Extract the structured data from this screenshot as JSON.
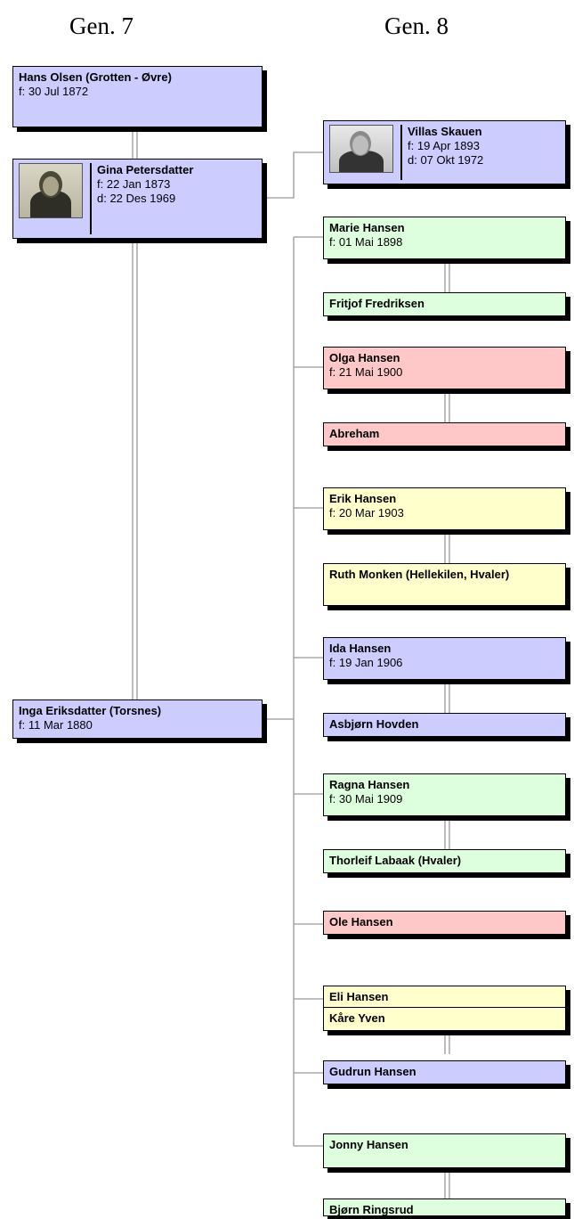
{
  "headers": {
    "gen7": "Gen. 7",
    "gen8": "Gen. 8"
  },
  "colors": {
    "blue": "#ccccff",
    "green": "#ddffdd",
    "red": "#ffc8c8",
    "yellow": "#ffffcc",
    "line": "#999999"
  },
  "gen7": {
    "hans": {
      "name": "Hans Olsen (Grotten - Øvre)",
      "born": "f: 30 Jul 1872"
    },
    "gina": {
      "name": "Gina Petersdatter",
      "born": "f: 22 Jan 1873",
      "died": "d: 22 Des 1969",
      "photo": "portrait-photo"
    },
    "inga": {
      "name": "Inga Eriksdatter (Torsnes)",
      "born": "f: 11 Mar 1880"
    }
  },
  "gen8": {
    "villas": {
      "name": "Villas Skauen",
      "born": "f: 19 Apr 1893",
      "died": "d: 07 Okt 1972",
      "photo": "portrait-photo"
    },
    "marie": {
      "name": "Marie Hansen",
      "born": "f: 01 Mai 1898"
    },
    "fritjof": {
      "name": "Fritjof Fredriksen"
    },
    "olga": {
      "name": "Olga Hansen",
      "born": "f: 21 Mai 1900"
    },
    "abreham": {
      "name": "Abreham"
    },
    "erik": {
      "name": "Erik Hansen",
      "born": "f: 20 Mar 1903"
    },
    "ruth": {
      "name": "Ruth Monken (Hellekilen, Hvaler)"
    },
    "ida": {
      "name": "Ida Hansen",
      "born": "f: 19 Jan 1906"
    },
    "asbjorn": {
      "name": "Asbjørn Hovden"
    },
    "ragna": {
      "name": "Ragna Hansen",
      "born": "f: 30 Mai 1909"
    },
    "thorleif": {
      "name": "Thorleif Labaak (Hvaler)"
    },
    "ole": {
      "name": "Ole Hansen"
    },
    "eli": {
      "name": "Eli Hansen"
    },
    "kare": {
      "name": "Kåre Yven"
    },
    "gudrun": {
      "name": "Gudrun Hansen"
    },
    "jonny": {
      "name": "Jonny Hansen"
    },
    "bjorn": {
      "name": "Bjørn Ringsrud"
    }
  }
}
